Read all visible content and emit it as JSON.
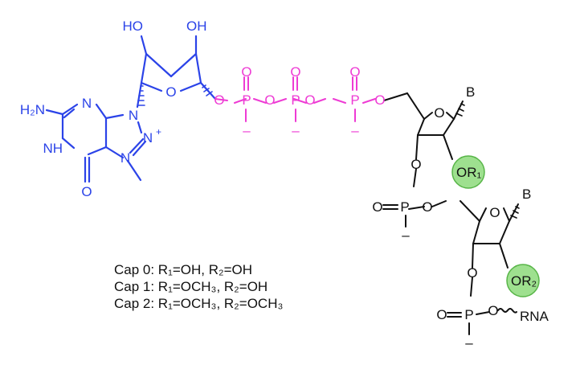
{
  "atoms": {
    "oh_left": "HO",
    "oh_right": "OH",
    "ring_o_ribose": "O",
    "h2n": "H₂N",
    "nh": "NH",
    "n_top": "N",
    "n_ring": "N",
    "n_plus": "N",
    "plus": "+",
    "n_left": "N",
    "carbonyl_o": "O",
    "phos_p": "P",
    "phos_o": "O",
    "minus": "–",
    "ring_o_1": "O",
    "ring_o_2": "O",
    "base": "B",
    "rna": "RNA"
  },
  "r_groups": {
    "r1": "OR₁",
    "r2": "OR₂"
  },
  "legend": [
    "Cap 0: R₁=OH, R₂=OH",
    "Cap 1: R₁=OCH₃, R₂=OH",
    "Cap 2: R₁=OCH₃, R₂=OCH₃"
  ],
  "colors": {
    "guanosine": "#2b43e8",
    "triphosphate": "#ee3bd4",
    "rna_backbone": "#111111",
    "r_group_highlight": "#9ee08f"
  }
}
